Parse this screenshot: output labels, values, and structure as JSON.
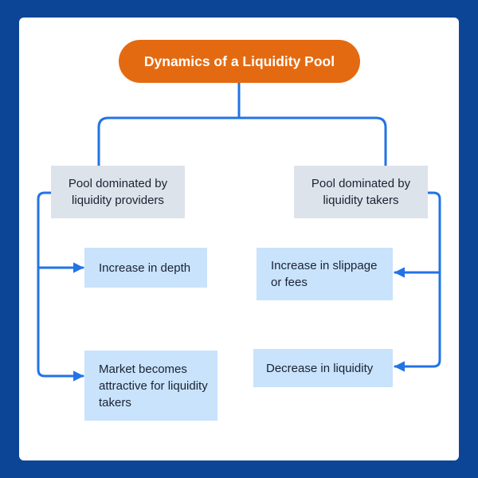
{
  "diagram": {
    "title": "Dynamics of a Liquidity Pool",
    "left": {
      "heading": "Pool dominated by liquidity providers",
      "outcomes": [
        "Increase in depth",
        "Market becomes attractive for liquidity takers"
      ]
    },
    "right": {
      "heading": "Pool dominated by liquidity takers",
      "outcomes": [
        "Increase in slippage or fees",
        "Decrease in liquidity"
      ]
    }
  },
  "colors": {
    "background": "#0d4596",
    "title_fill": "#e46a12",
    "heading_fill": "#dde3ea",
    "outcome_fill": "#c8e3fb",
    "connector": "#2273e6"
  }
}
